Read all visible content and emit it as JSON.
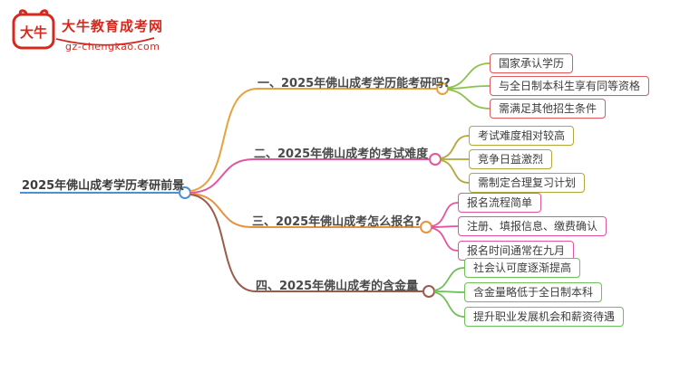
{
  "logo": {
    "brand": "大牛",
    "title": "大牛教育成考网",
    "url": "gz-chengkao.com",
    "color": "#d5281e"
  },
  "root": {
    "label": "2025年佛山成考学历考研前景",
    "color": "#4a90d2"
  },
  "branches": [
    {
      "label": "一、2025年佛山成考学历能考研吗?",
      "line_color": "#e6a23c",
      "fan_color": "#8bc34a",
      "box_color": "#e05c5c",
      "children": [
        {
          "label": "国家承认学历"
        },
        {
          "label": "与全日制本科生享有同等资格"
        },
        {
          "label": "需满足其他招生条件"
        }
      ]
    },
    {
      "label": "二、2025年佛山成考的考试难度",
      "line_color": "#e255a1",
      "fan_color": "#b3a63c",
      "box_color": "#b3a63c",
      "children": [
        {
          "label": "考试难度相对较高"
        },
        {
          "label": "竞争日益激烈"
        },
        {
          "label": "需制定合理复习计划"
        }
      ]
    },
    {
      "label": "三、2025年佛山成考怎么报名?",
      "line_color": "#e8923d",
      "fan_color": "#e255a1",
      "box_color": "#e255a1",
      "children": [
        {
          "label": "报名流程简单"
        },
        {
          "label": "注册、填报信息、缴费确认"
        },
        {
          "label": "报名时间通常在九月"
        }
      ]
    },
    {
      "label": "四、2025年佛山成考的含金量",
      "line_color": "#9c5a4a",
      "fan_color": "#6fbf5a",
      "box_color": "#6fbf5a",
      "children": [
        {
          "label": "社会认可度逐渐提高"
        },
        {
          "label": "含金量略低于全日制本科"
        },
        {
          "label": "提升职业发展机会和薪资待遇"
        }
      ]
    }
  ]
}
